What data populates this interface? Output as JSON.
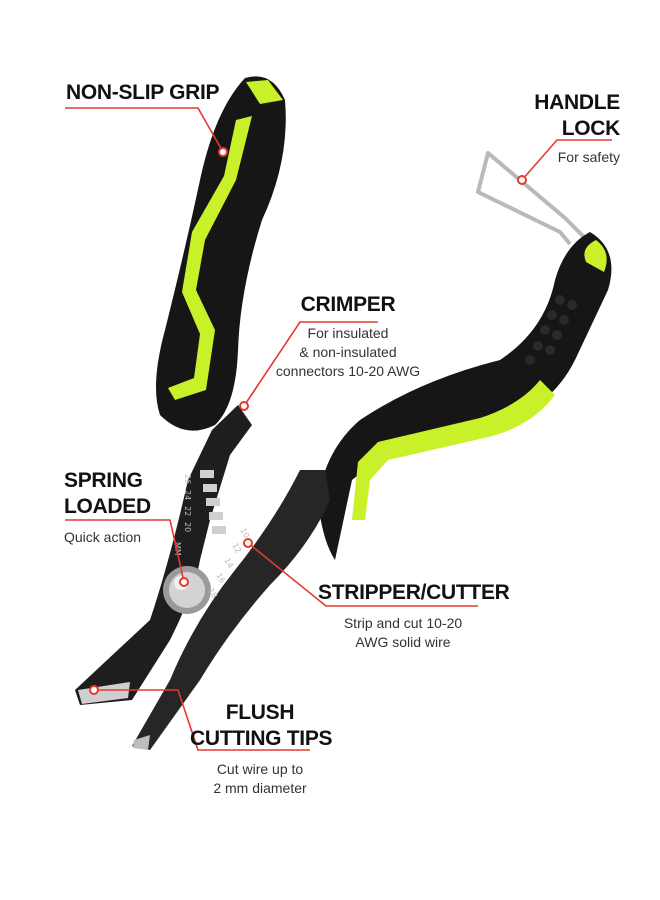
{
  "colors": {
    "accent_green": "#c9f12a",
    "handle_black": "#161616",
    "metal_dark": "#1e1e1e",
    "leader_red": "#e23a2f",
    "pivot_silver": "#c8c8c8"
  },
  "callouts": {
    "non_slip_grip": {
      "title": "NON-SLIP GRIP"
    },
    "handle_lock": {
      "title_line1": "HANDLE",
      "title_line2": "LOCK",
      "desc": "For safety"
    },
    "crimper": {
      "title": "CRIMPER",
      "desc_line1": "For insulated",
      "desc_line2": "& non-insulated",
      "desc_line3": "connectors 10-20 AWG"
    },
    "spring_loaded": {
      "title_line1": "SPRING",
      "title_line2": "LOADED",
      "desc": "Quick action"
    },
    "stripper_cutter": {
      "title": "STRIPPER/CUTTER",
      "desc_line1": "Strip and cut 10-20",
      "desc_line2": "AWG solid wire"
    },
    "flush_cutting_tips": {
      "title_line1": "FLUSH",
      "title_line2": "CUTTING TIPS",
      "desc_line1": "Cut wire up to",
      "desc_line2": "2 mm diameter"
    }
  },
  "tool_markings": {
    "crimp_gauges": [
      "26",
      "24",
      "22",
      "20"
    ],
    "strip_gauges": [
      "10",
      "12",
      "14",
      "16",
      "18"
    ],
    "unit": "MM"
  }
}
